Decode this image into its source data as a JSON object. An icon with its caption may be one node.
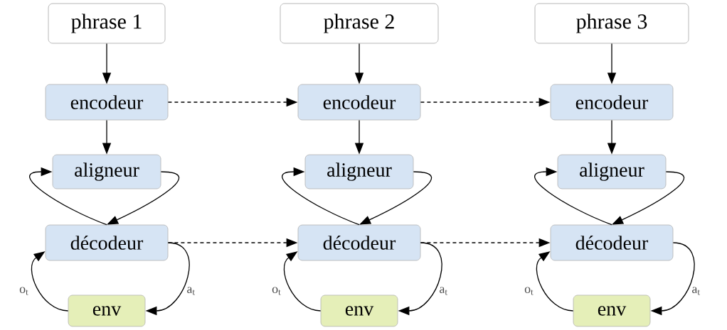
{
  "diagram": {
    "nodes": [
      {
        "text": [
          "phrase 1"
        ]
      },
      {
        "text": [
          "encodeur"
        ]
      },
      {
        "text": [
          "aligneur"
        ]
      },
      {
        "text": [
          "décodeur"
        ]
      },
      {
        "text": [
          "env"
        ]
      },
      {
        "text": [
          "phrase 2"
        ]
      },
      {
        "text": [
          "encodeur"
        ]
      },
      {
        "text": [
          "aligneur"
        ]
      },
      {
        "text": [
          "décodeur"
        ]
      },
      {
        "text": [
          "env"
        ]
      },
      {
        "text": [
          "phrase 3"
        ]
      },
      {
        "text": [
          "encodeur"
        ]
      },
      {
        "text": [
          "aligneur"
        ]
      },
      {
        "text": [
          "décodeur"
        ]
      },
      {
        "text": [
          "env"
        ]
      }
    ],
    "edges": [
      {
        "from": 0,
        "to": 1,
        "arrow": "to"
      },
      {
        "from": 1,
        "to": 2,
        "arrow": "to"
      },
      {
        "from": 2,
        "to": 3,
        "arrow": "to"
      },
      {
        "from": 3,
        "to": 2,
        "arrow": "to"
      },
      {
        "from": 3,
        "to": 4,
        "arrow": "to",
        "label": "a$_{t}$"
      },
      {
        "from": 4,
        "to": 3,
        "arrow": "to",
        "label": "o$_{t}$"
      },
      {
        "from": 5,
        "to": 6,
        "arrow": "to"
      },
      {
        "from": 6,
        "to": 7,
        "arrow": "to"
      },
      {
        "from": 7,
        "to": 8,
        "arrow": "to"
      },
      {
        "from": 8,
        "to": 7,
        "arrow": "to"
      },
      {
        "from": 8,
        "to": 9,
        "arrow": "to",
        "label": "a$_{t}$"
      },
      {
        "from": 9,
        "to": 8,
        "arrow": "to",
        "label": "o$_{t}$"
      },
      {
        "from": 10,
        "to": 11,
        "arrow": "to"
      },
      {
        "from": 11,
        "to": 12,
        "arrow": "to"
      },
      {
        "from": 12,
        "to": 13,
        "arrow": "to"
      },
      {
        "from": 13,
        "to": 12,
        "arrow": "to"
      },
      {
        "from": 13,
        "to": 14,
        "arrow": "to",
        "label": "a$_{t}$"
      },
      {
        "from": 14,
        "to": 13,
        "arrow": "to",
        "label": "o$_{t}$"
      },
      {
        "from": 1,
        "to": 6,
        "arrow": "to",
        "style": "dashed"
      },
      {
        "from": 6,
        "to": 11,
        "arrow": "to",
        "style": "dashed"
      },
      {
        "from": 3,
        "to": 8,
        "arrow": "to",
        "style": "dashed"
      },
      {
        "from": 8,
        "to": 13,
        "arrow": "to",
        "style": "dashed"
      }
    ]
  }
}
